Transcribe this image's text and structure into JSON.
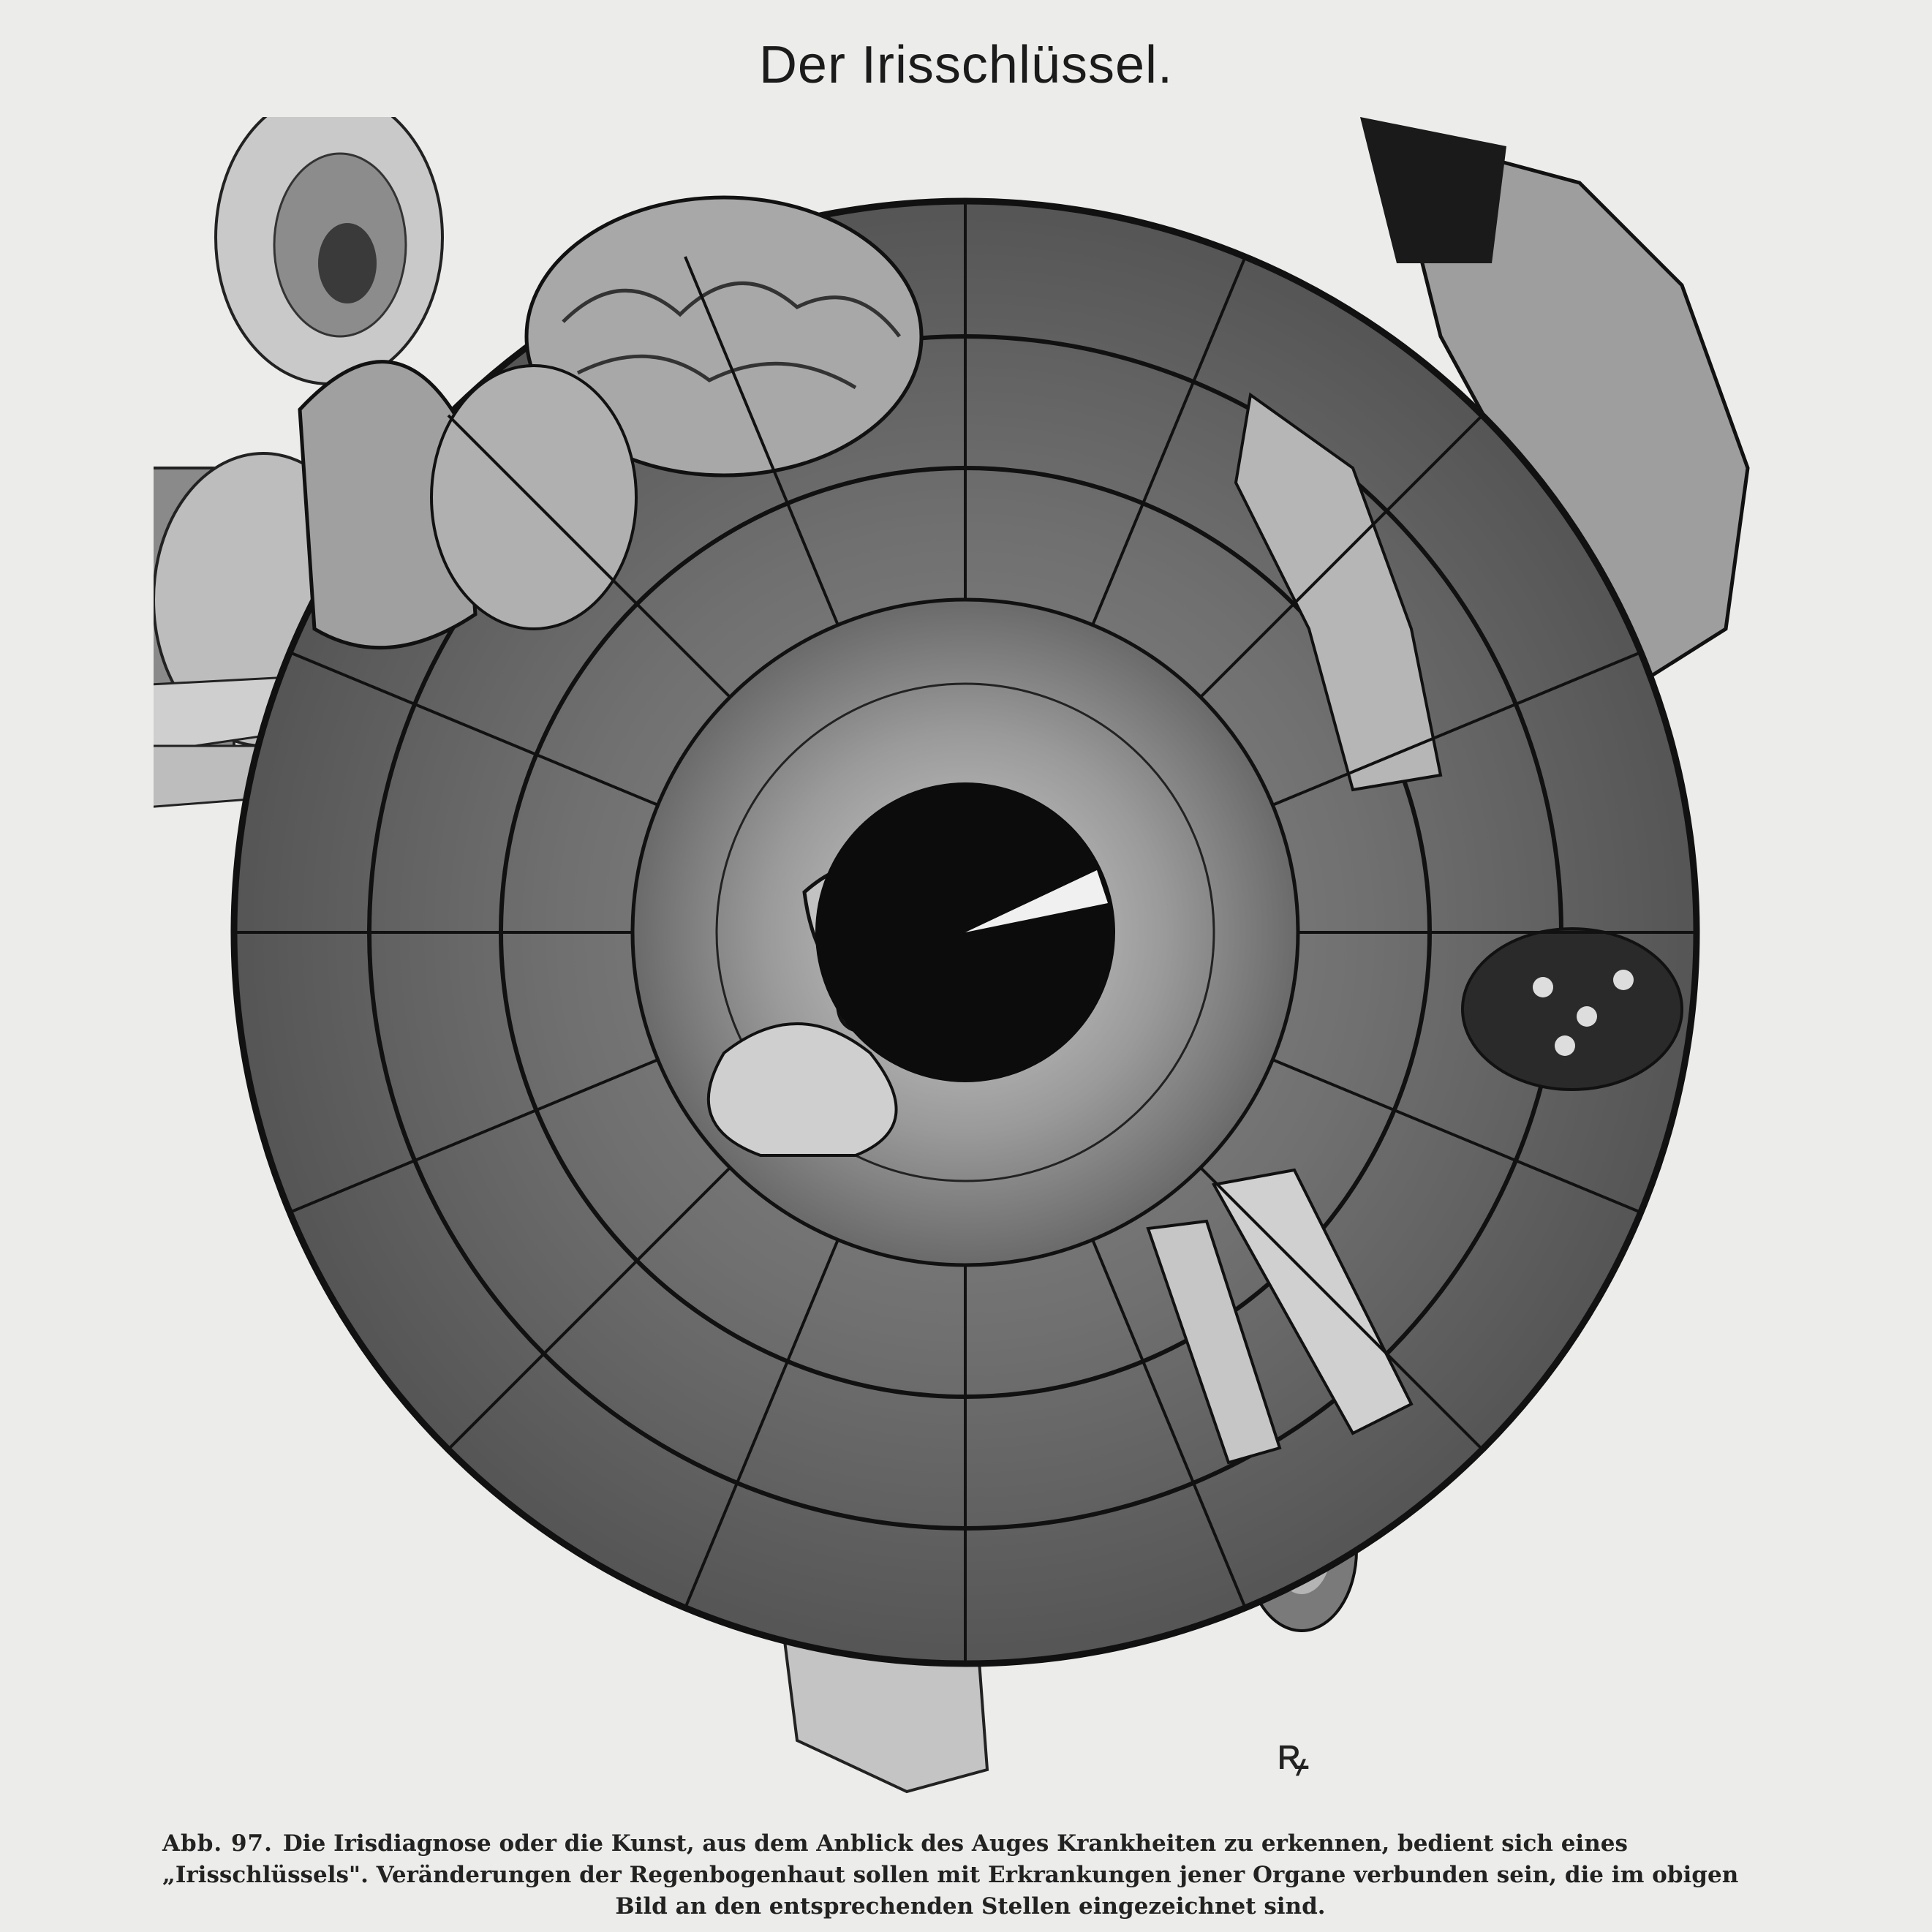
{
  "title": "Der Irisschlüssel.",
  "caption": {
    "figure_label": "Abb. 97.",
    "line1": "Die Irisdiagnose oder die Kunst, aus dem Anblick des Auges Krankheiten zu erkennen, bedient sich eines",
    "line2": "„Irisschlüssels\". Veränderungen der Regenbogenhaut sollen mit Erkrankungen jener Organe verbunden sein, die im obigen",
    "line3": "Bild an den entsprechenden Stellen eingezeichnet sind."
  },
  "signature": "ꝶ",
  "colors": {
    "paper": "#ececea",
    "iris_fill": "#6e6e6e",
    "organ_light": "#bdbdbd",
    "ink": "#111111"
  }
}
